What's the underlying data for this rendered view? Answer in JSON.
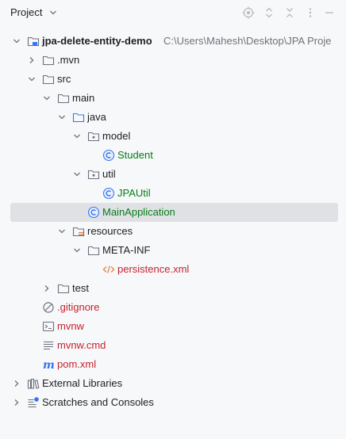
{
  "header": {
    "title": "Project"
  },
  "tree": {
    "root_name": "jpa-delete-entity-demo",
    "root_path": "C:\\Users\\Mahesh\\Desktop\\JPA Proje",
    "mvn": ".mvn",
    "src": "src",
    "main": "main",
    "java": "java",
    "model": "model",
    "student": "Student",
    "util": "util",
    "jpautil": "JPAUtil",
    "mainapp": "MainApplication",
    "resources": "resources",
    "metainf": "META-INF",
    "persistence": "persistence.xml",
    "test": "test",
    "gitignore": ".gitignore",
    "mvnw": "mvnw",
    "mvnwcmd": "mvnw.cmd",
    "pom": "pom.xml",
    "extlibs": "External Libraries",
    "scratches": "Scratches and Consoles"
  },
  "colors": {
    "selection": "#dfe1e5",
    "class_green": "#067d17",
    "modified_red": "#c7222d",
    "folder_blue": "#3574f0"
  }
}
